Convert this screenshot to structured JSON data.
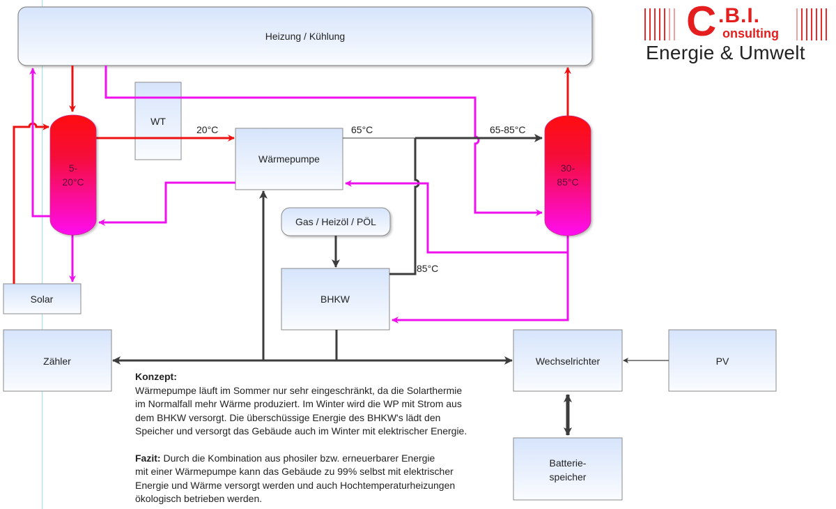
{
  "logo": {
    "letter_c": "C",
    "letters_bi": ".B.I.",
    "onsulting": "onsulting",
    "tagline": "Energie & Umwelt"
  },
  "nodes": {
    "heizung": "Heizung / Kühlung",
    "wt": "WT",
    "waermepumpe": "Wärmepumpe",
    "gas": "Gas / Heizöl / PÖL",
    "bhkw": "BHKW",
    "solar": "Solar",
    "zaehler": "Zähler",
    "wechselrichter": "Wechselrichter",
    "pv": "PV",
    "batterie_line1": "Batterie-",
    "batterie_line2": "speicher",
    "tank_low_line1": "5-",
    "tank_low_line2": "20°C",
    "tank_high_line1": "30-",
    "tank_high_line2": "85°C"
  },
  "labels": {
    "t20": "20°C",
    "t65": "65°C",
    "t65_85": "65-85°C",
    "t85": "85°C"
  },
  "colors": {
    "hot": "#ee1111",
    "cold": "#ee11ee",
    "power": "#3c3c3c",
    "box_border": "#8a8a8a",
    "box_top": "#d6e4fb",
    "box_bottom": "#fafcff"
  },
  "notes": {
    "konzept_title": "Konzept:",
    "konzept_lines": [
      "Wärmepumpe läuft im Sommer nur sehr eingeschränkt, da die Solarthermie",
      "im Normalfall mehr Wärme produziert. Im Winter wird die WP mit Strom aus",
      "dem BHKW versorgt. Die überschüssige Energie des BHKW's lädt den",
      "Speicher und versorgt das Gebäude auch im Winter mit elektrischer Energie."
    ],
    "fazit_title": "Fazit:",
    "fazit_first": " Durch die Kombination aus phosiler bzw. erneuerbarer Energie",
    "fazit_lines": [
      "mit einer Wärmepumpe kann das Gebäude zu 99% selbst mit elektrischer",
      "Energie und Wärme versorgt werden und auch Hochtemperaturheizungen",
      "ökologisch betrieben werden."
    ]
  }
}
